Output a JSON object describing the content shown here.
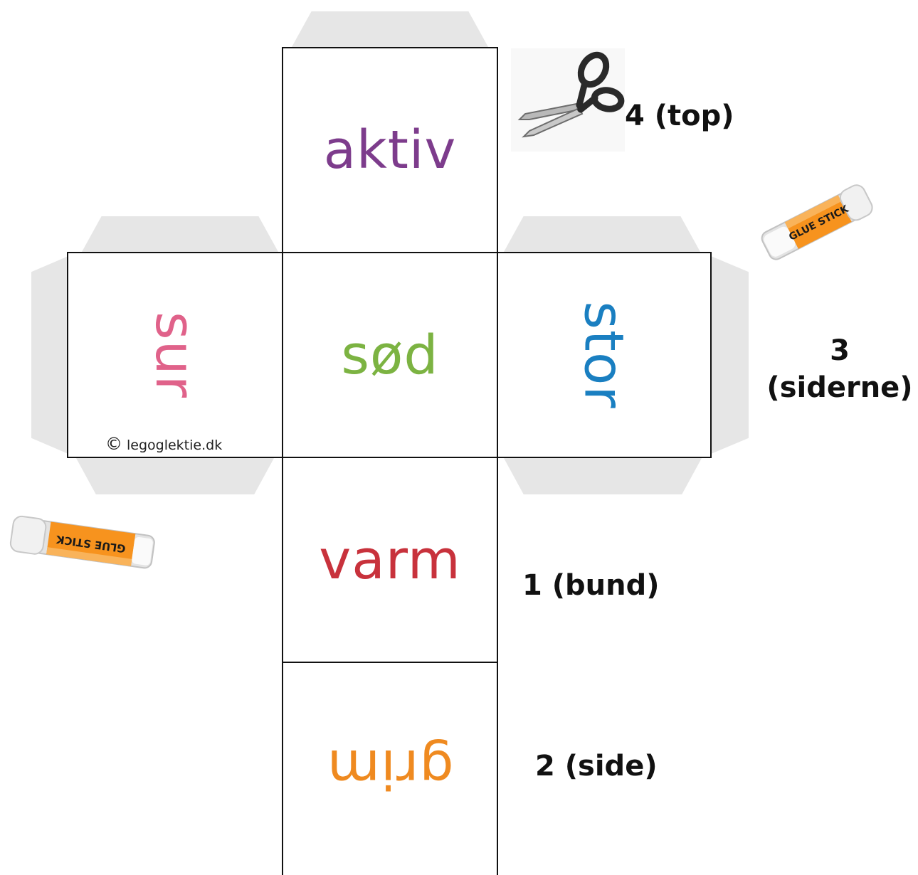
{
  "faces": {
    "top": {
      "word": "aktiv",
      "color": "#7d3c8c"
    },
    "left": {
      "word": "sur",
      "color": "#e0628a"
    },
    "center": {
      "word": "sød",
      "color": "#7cb342"
    },
    "right": {
      "word": "stor",
      "color": "#1a7fc1"
    },
    "bottom": {
      "word": "varm",
      "color": "#c8323c"
    },
    "last": {
      "word": "grim",
      "color": "#ef8a20"
    }
  },
  "copyright": {
    "symbol": "©",
    "text": "legoglektie.dk"
  },
  "steps": {
    "top": "4 (top)",
    "sides_number": "3",
    "sides_label": "(siderne)",
    "bottom": "1 (bund)",
    "side": "2 (side)"
  },
  "clipart": {
    "scissors": "scissors-icon",
    "glue_stick_label": "GLUE STICK",
    "glue_color": "#f7931e"
  }
}
